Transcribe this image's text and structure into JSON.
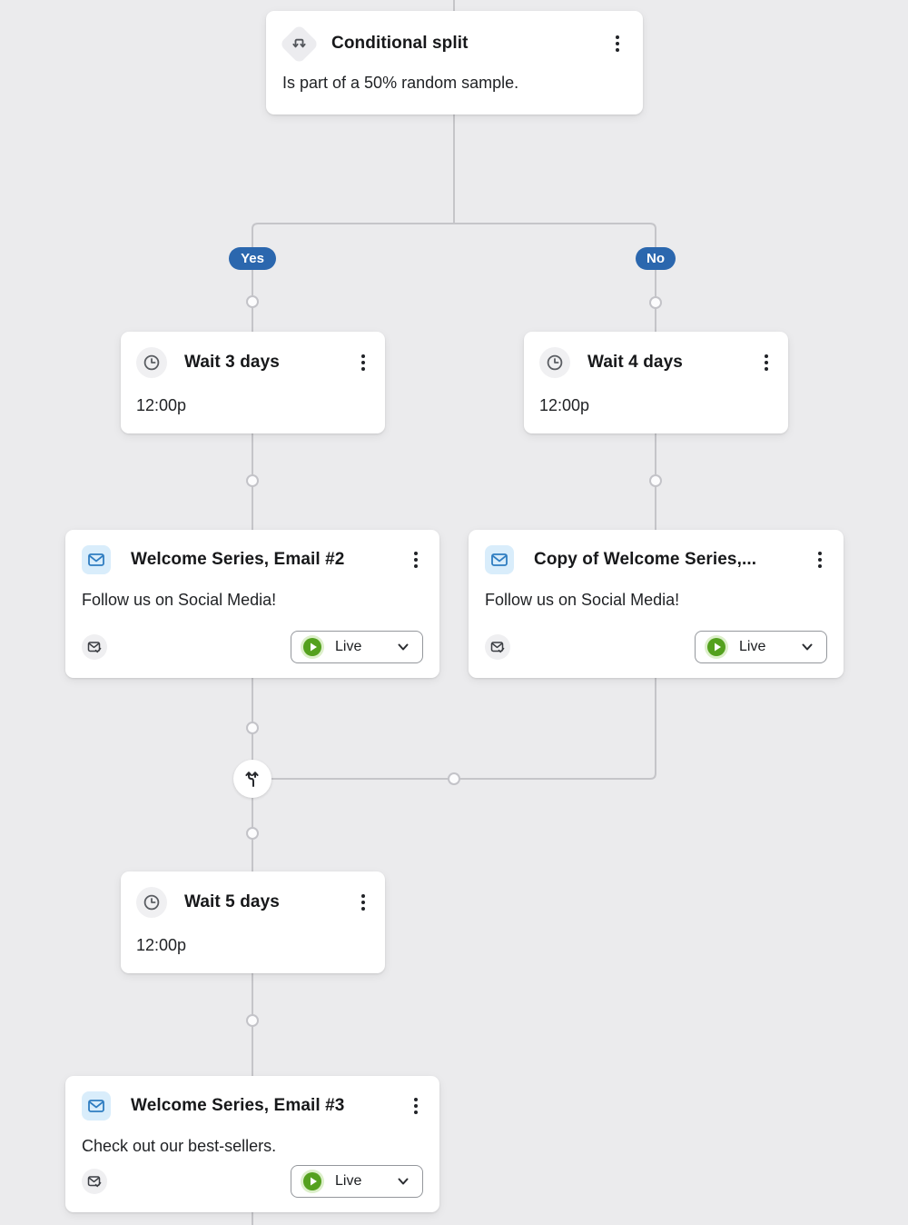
{
  "branches": {
    "yes": "Yes",
    "no": "No"
  },
  "nodes": {
    "conditional_split": {
      "title": "Conditional split",
      "description": "Is part of a 50% random sample.",
      "icon": "conditional-split-icon",
      "menu_icon": "kebab-menu-icon"
    },
    "wait_yes": {
      "title": "Wait 3 days",
      "time": "12:00p",
      "icon": "clock-icon"
    },
    "wait_no": {
      "title": "Wait 4 days",
      "time": "12:00p",
      "icon": "clock-icon"
    },
    "wait_merged": {
      "title": "Wait 5 days",
      "time": "12:00p",
      "icon": "clock-icon"
    },
    "email_yes": {
      "title": "Welcome Series, Email #2",
      "subject": "Follow us on Social Media!",
      "status_label": "Live",
      "icon": "email-icon",
      "footer_icon": "email-check-icon",
      "status_icon": "play-circle-icon",
      "dropdown_icon": "chevron-down-icon"
    },
    "email_no": {
      "title": "Copy of Welcome Series,...",
      "subject": "Follow us on Social Media!",
      "status_label": "Live",
      "icon": "email-icon",
      "footer_icon": "email-check-icon",
      "status_icon": "play-circle-icon",
      "dropdown_icon": "chevron-down-icon"
    },
    "email_final": {
      "title": "Welcome Series, Email #3",
      "subject": "Check out our best-sellers.",
      "status_label": "Live",
      "icon": "email-icon",
      "footer_icon": "email-check-icon",
      "status_icon": "play-circle-icon",
      "dropdown_icon": "chevron-down-icon"
    }
  },
  "colors": {
    "canvas_bg": "#ebebed",
    "connector_line": "#c5c5c9",
    "branch_pill": "#2b67ae",
    "pill_text": "#ffffff",
    "card_bg": "#ffffff",
    "live_green": "#54a11e",
    "live_ring": "#dcefca",
    "email_icon_blue": "#2f7dc1",
    "email_icon_bg": "#d9edfb"
  }
}
